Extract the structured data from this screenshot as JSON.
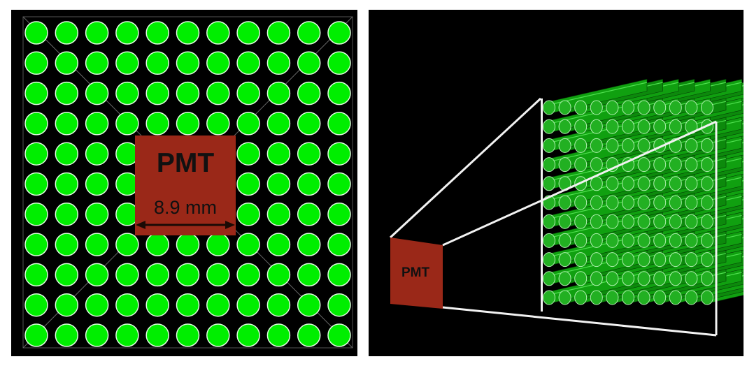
{
  "left_panel": {
    "pmt_label": "PMT",
    "dimension_label": "8.9 mm",
    "fiber_grid": {
      "rows": 11,
      "cols": 11
    }
  },
  "right_panel": {
    "pmt_label": "PMT",
    "fiber_grid": {
      "rows": 11,
      "cols": 11
    }
  },
  "colors": {
    "background": "#000000",
    "fiber_fill": "#00ee00",
    "fiber_outline": "#ddffdd",
    "pmt_fill": "#9a2818",
    "frame_line": "#ffffff",
    "dimension_arrow": "#1a0a05"
  }
}
